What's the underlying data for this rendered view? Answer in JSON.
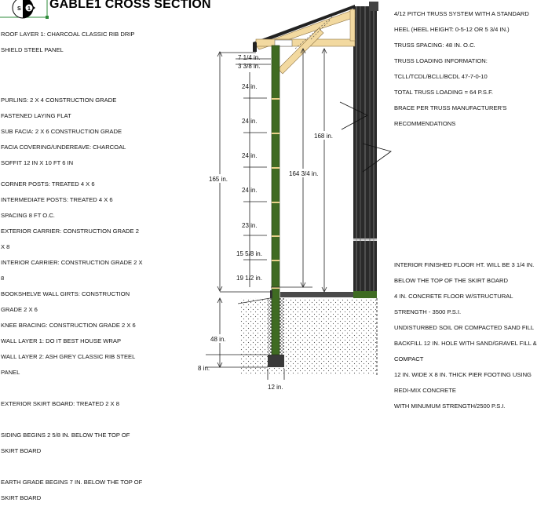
{
  "title": "GABLE1 CROSS SECTION",
  "section_marker": {
    "letter": "S",
    "number": "1"
  },
  "notes_left_top": [
    "ROOF LAYER 1: CHARCOAL CLASSIC RIB DRIP",
    "SHIELD STEEL PANEL"
  ],
  "notes_left_mid": [
    "PURLINS: 2 X 4 CONSTRUCTION GRADE",
    "FASTENED LAYING FLAT",
    "SUB FACIA: 2 X 6 CONSTRUCTION GRADE",
    "FACIA COVERING/UNDEREAVE: CHARCOAL",
    "SOFFIT 12 IN  X  10 FT 6 IN"
  ],
  "notes_left_bottom": [
    "CORNER POSTS: TREATED 4 X 6",
    "INTERMEDIATE POSTS: TREATED 4 X 6",
    "SPACING 8 FT O.C.",
    "EXTERIOR CARRIER: CONSTRUCTION GRADE 2",
    "X 8",
    "INTERIOR CARRIER: CONSTRUCTION GRADE 2 X",
    "8",
    "BOOKSHELVE WALL GIRTS: CONSTRUCTION",
    "GRADE 2 X 6",
    "KNEE BRACING: CONSTRUCTION GRADE 2 X 6",
    "WALL LAYER 1: DO IT BEST HOUSE WRAP",
    "WALL LAYER 2: ASH GREY CLASSIC RIB STEEL",
    "PANEL"
  ],
  "notes_skirt": [
    "EXTERIOR SKIRT BOARD: TREATED  2 X 8"
  ],
  "notes_siding": [
    "SIDING BEGINS 2 5/8 IN. BELOW THE TOP OF",
    "SKIRT BOARD"
  ],
  "notes_earth": [
    "EARTH GRADE BEGINS 7 IN. BELOW THE TOP OF",
    "SKIRT BOARD"
  ],
  "notes_right_top": [
    "4/12 PITCH TRUSS SYSTEM WITH A STANDARD",
    "HEEL  (HEEL HEIGHT:  0-5-12  OR  5 3/4 IN.)",
    "TRUSS SPACING: 48 IN. O.C.",
    "TRUSS LOADING INFORMATION:",
    "TCLL/TCDL/BCLL/BCDL  47-7-0-10",
    "TOTAL TRUSS LOADING = 64 P.S.F.",
    "BRACE PER TRUSS MANUFACTURER'S",
    "RECOMMENDATIONS"
  ],
  "notes_right_bottom": [
    "INTERIOR FINISHED FLOOR HT. WILL BE 3 1/4 in.",
    "BELOW THE TOP OF THE SKIRT BOARD",
    "4 IN. CONCRETE FLOOR  W/STRUCTURAL",
    "STRENGTH - 3500 P.S.I.",
    "UNDISTURBED SOIL OR COMPACTED SAND FILL",
    "BACKFILL 12 IN. HOLE WITH SAND/GRAVEL FILL &",
    "COMPACT",
    "12 IN. WIDE X 8 IN. THICK PIER FOOTING USING",
    "REDI-MIX CONCRETE",
    "WITH MINUMUM STRENGTH/2500 P.S.I."
  ],
  "dimensions": {
    "overall": "165 in.",
    "interior_clear": "164 3/4 in.",
    "interior_peak": "168 in.",
    "top1": "7 1/4 in.",
    "top2": "3 3/8 in.",
    "girt1": "24 in.",
    "girt2": "24 in.",
    "girt3": "24 in.",
    "girt4": "24 in.",
    "girt5": "23 in.",
    "girt6": "15 5/8 in.",
    "girt7": "19 1/2 in.",
    "post_depth": "48 in.",
    "footing_thickness": "8 in.",
    "footing_width": "12 in."
  },
  "colors": {
    "post": "#3f6b22",
    "lumber": "#f2d9a0",
    "siding": "#2a2a2a",
    "concrete": "#4a4a4a",
    "frame": "#2e8b3a"
  }
}
